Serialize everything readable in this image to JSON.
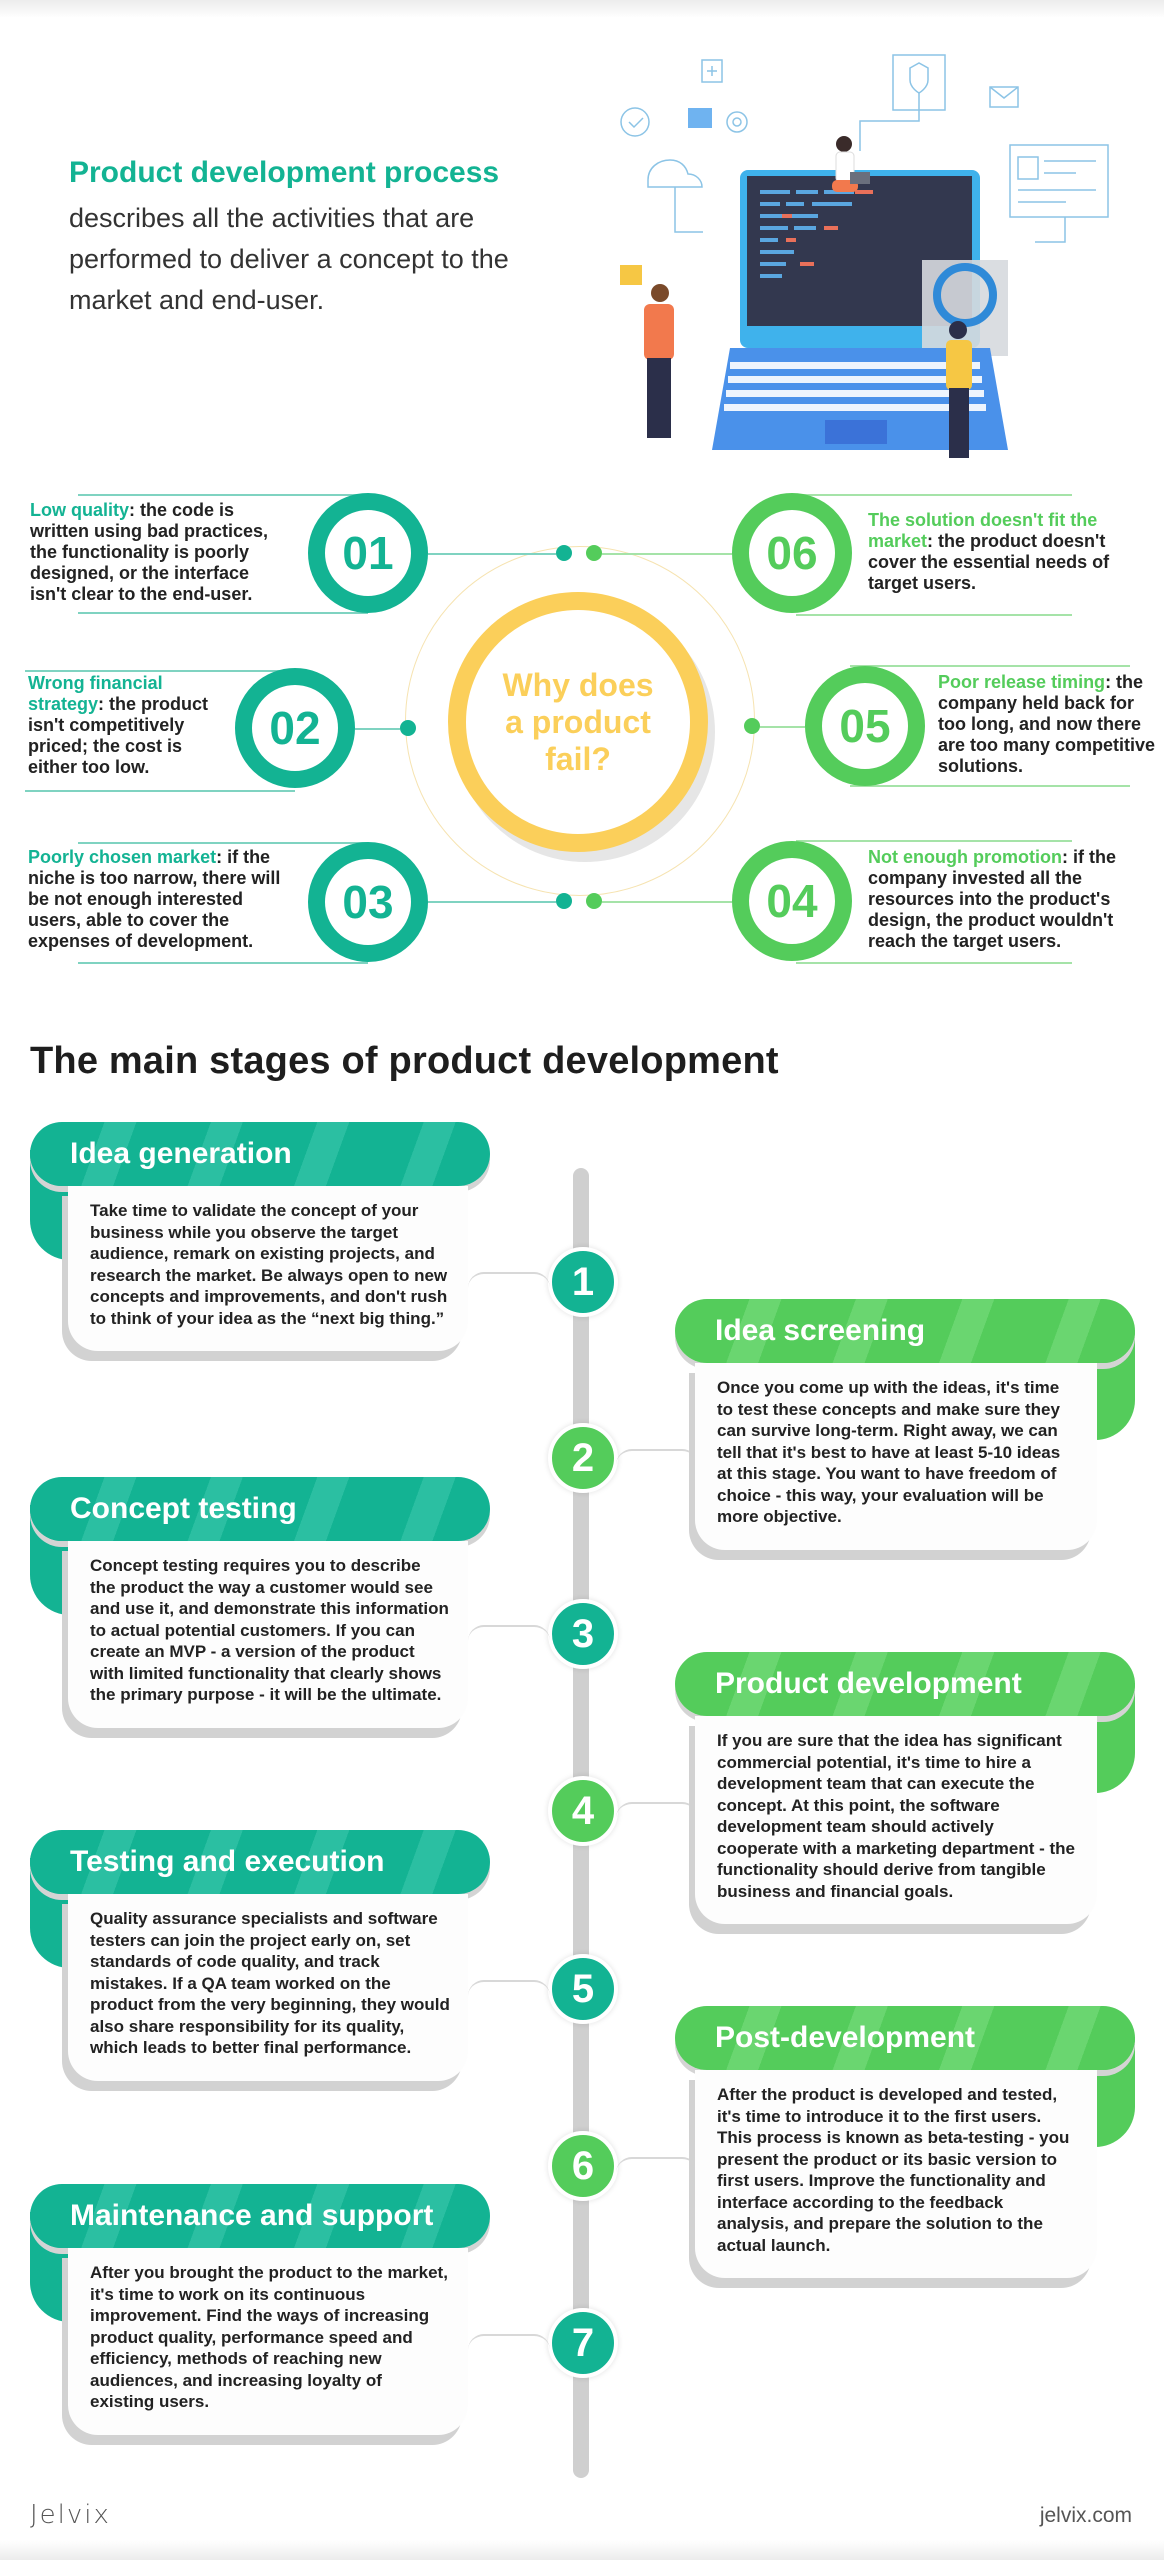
{
  "hero": {
    "title": "Product development process",
    "description": "describes all the activities that are performed to deliver a concept to the market and end-user.",
    "illustration": "laptop-team-illustration"
  },
  "fail_section": {
    "center_title": "Why does a product fail?",
    "colors": {
      "teal": "#13b393",
      "green": "#54cc5b",
      "yellow": "#fbcf5a"
    },
    "reasons": [
      {
        "number": "01",
        "highlight": "Low quality",
        "text": ": the code is written using bad practices, the functionality is poorly designed, or the interface isn't clear to the end-user."
      },
      {
        "number": "02",
        "highlight": "Wrong financial strategy",
        "text": ": the product isn't competitively priced; the cost is either too low."
      },
      {
        "number": "03",
        "highlight": "Poorly chosen market",
        "text": ": if the niche is too narrow, there will be not enough interested users, able to cover the expenses of development."
      },
      {
        "number": "04",
        "highlight": "Not enough promotion",
        "text": ": if the company invested all the resources into the product's design, the product wouldn't reach the target users."
      },
      {
        "number": "05",
        "highlight": "Poor release timing",
        "text": ": the company held  back for too long, and now there are too many competitive solutions."
      },
      {
        "number": "06",
        "highlight": "The solution doesn't fit the market",
        "text": ": the product doesn't cover the essential needs of target users."
      }
    ]
  },
  "stages_section": {
    "title": "The main stages of product development",
    "stages": [
      {
        "number": "1",
        "title": "Idea generation",
        "text": "Take time to validate the concept of your business while you observe the target audience, remark on existing projects, and research the market. Be always open to new concepts and improvements, and don't rush to think of your idea as the “next big thing.”"
      },
      {
        "number": "2",
        "title": "Idea screening",
        "text": "Once you come up with the ideas, it's time to test these concepts and make sure they can survive long-term. Right away, we can tell that it's best to have at least 5-10 ideas at this stage. You want to have freedom of choice - this way, your evaluation will be more objective."
      },
      {
        "number": "3",
        "title": "Concept testing",
        "text": "Concept testing requires you to describe the product the way a customer would see and use it, and demonstrate this information to actual potential customers. If you can create an MVP - a version of the product with limited functionality that clearly shows the primary purpose - it will be the ultimate."
      },
      {
        "number": "4",
        "title": "Product development",
        "text": "If you are sure that the idea has significant commercial potential, it's time to hire a development team that can execute the concept. At this point, the software development team should actively cooperate with a marketing department - the functionality should derive from tangible business and financial goals."
      },
      {
        "number": "5",
        "title": "Testing and execution",
        "text": "Quality assurance specialists and software testers can join the project early on, set standards of code quality, and track mistakes. If a QA team worked on the product from the very beginning, they would also share responsibility for its quality, which leads to better final performance."
      },
      {
        "number": "6",
        "title": "Post-development",
        "text": "After the product is developed and tested, it's time to introduce it to the first users. This process is known as beta-testing - you present the product or its basic version to first users. Improve the functionality and interface according to the feedback analysis, and prepare the solution to the actual launch."
      },
      {
        "number": "7",
        "title": "Maintenance and support",
        "text": "After you brought the product to the market, it's time to work on its continuous improvement. Find the ways of increasing product quality, performance speed and efficiency, methods of reaching new audiences, and increasing loyalty of existing users."
      }
    ]
  },
  "footer": {
    "logo": "Jelvix",
    "url": "jelvix.com"
  }
}
